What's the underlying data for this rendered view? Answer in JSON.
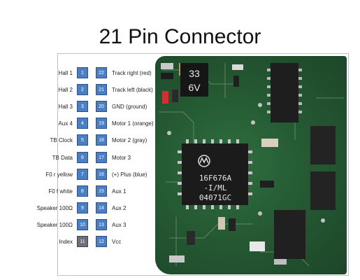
{
  "title": "21 Pin Connector",
  "rows": [
    {
      "left_label": "Hall 1",
      "left_pin": "1",
      "right_pin": "22",
      "right_label": "Track right (red)"
    },
    {
      "left_label": "Hall 2",
      "left_pin": "2",
      "right_pin": "21",
      "right_label": "Track left (black)"
    },
    {
      "left_label": "Hall 3",
      "left_pin": "3",
      "right_pin": "20",
      "right_label": "GND (ground)"
    },
    {
      "left_label": "Aux 4",
      "left_pin": "4",
      "right_pin": "19",
      "right_label": "Motor 1 (orange)"
    },
    {
      "left_label": "TB Clock",
      "left_pin": "5",
      "right_pin": "18",
      "right_label": "Motor 2 (gray)"
    },
    {
      "left_label": "TB Data",
      "left_pin": "6",
      "right_pin": "17",
      "right_label": "Motor 3"
    },
    {
      "left_label": "F0 r yellow",
      "left_pin": "7",
      "right_pin": "16",
      "right_label": "(+) Plus (blue)"
    },
    {
      "left_label": "F0 f white",
      "left_pin": "8",
      "right_pin": "15",
      "right_label": "Aux 1"
    },
    {
      "left_label": "Speaker 100Ω",
      "left_pin": "9",
      "right_pin": "14",
      "right_label": "Aux 2"
    },
    {
      "left_label": "Speaker 100Ω",
      "left_pin": "10",
      "right_pin": "13",
      "right_label": "Aux 3"
    },
    {
      "left_label": "Index",
      "left_pin": "11",
      "right_pin": "12",
      "right_label": "Vcc",
      "index_pin": true
    }
  ],
  "board": {
    "capacitor_text_1": "33",
    "capacitor_text_2": "6V",
    "chip_line_1": "16F676A",
    "chip_line_2": "-I/ML",
    "chip_line_3": "04071GC"
  },
  "colors": {
    "pin_fill": "#4b7fc3",
    "index_pin_fill": "#6b6f77",
    "pcb_green": "#255a33"
  }
}
